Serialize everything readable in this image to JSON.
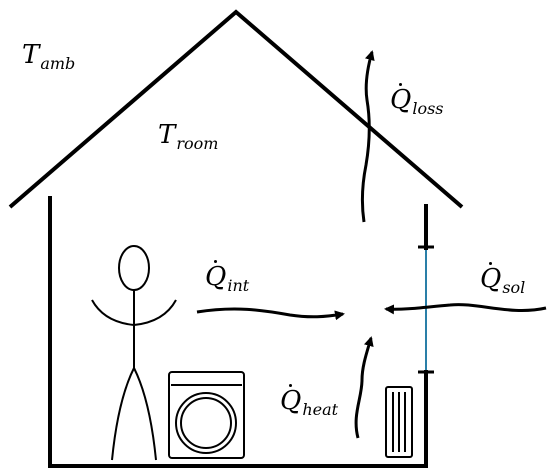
{
  "labels": {
    "t_amb": {
      "symbol": "T",
      "sub": "amb"
    },
    "t_room": {
      "symbol": "T",
      "sub": "room"
    },
    "q_loss": {
      "symbol": "Q",
      "sub": "loss"
    },
    "q_int": {
      "symbol": "Q",
      "sub": "int"
    },
    "q_sol": {
      "symbol": "Q",
      "sub": "sol"
    },
    "q_heat": {
      "symbol": "Q",
      "sub": "heat"
    }
  },
  "colors": {
    "line": "#000000",
    "window_glass": "#2a7fa8"
  },
  "icons": [
    "house-outline",
    "person-figure",
    "washing-machine",
    "radiator",
    "window"
  ]
}
